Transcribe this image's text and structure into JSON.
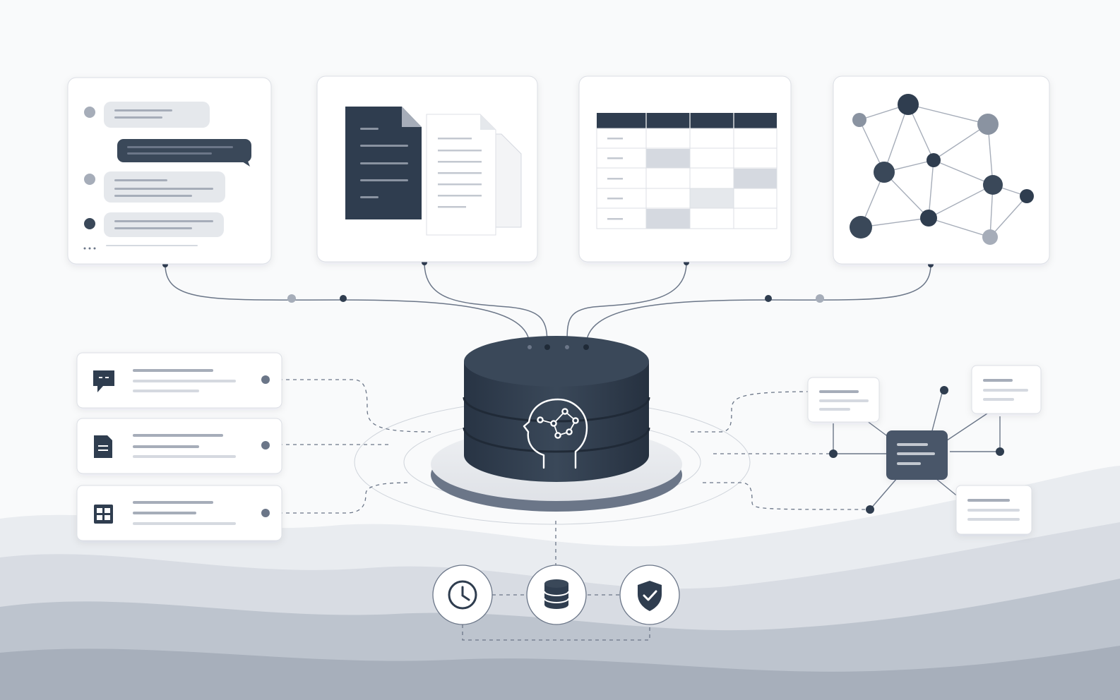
{
  "palette": {
    "navy": "#2f3d4f",
    "slate": "#6b7688",
    "mid_gray": "#a6adb9",
    "light_gray": "#d5d9e0",
    "panel_bg": "#ffffff",
    "panel_border": "#dcdfe5",
    "background": "#f9fafb"
  },
  "source_panels": [
    {
      "kind": "chat-conversation",
      "icon": "chat-bubbles-icon"
    },
    {
      "kind": "documents",
      "icon": "document-stack-icon"
    },
    {
      "kind": "table",
      "icon": "table-grid-icon"
    },
    {
      "kind": "knowledge-graph",
      "icon": "network-graph-icon"
    }
  ],
  "central_store": {
    "icon": "brain-network-icon",
    "kind": "memory-database"
  },
  "memory_types": [
    {
      "kind": "conversation-memory",
      "icon": "chat-icon"
    },
    {
      "kind": "document-memory",
      "icon": "document-icon"
    },
    {
      "kind": "structured-memory",
      "icon": "table-icon"
    }
  ],
  "retrieval_graph": {
    "hub_icon": "hub-node-icon",
    "leaf_count": 4
  },
  "bottom_services": [
    {
      "kind": "history",
      "icon": "clock-icon"
    },
    {
      "kind": "storage",
      "icon": "database-icon"
    },
    {
      "kind": "security",
      "icon": "shield-check-icon"
    }
  ]
}
